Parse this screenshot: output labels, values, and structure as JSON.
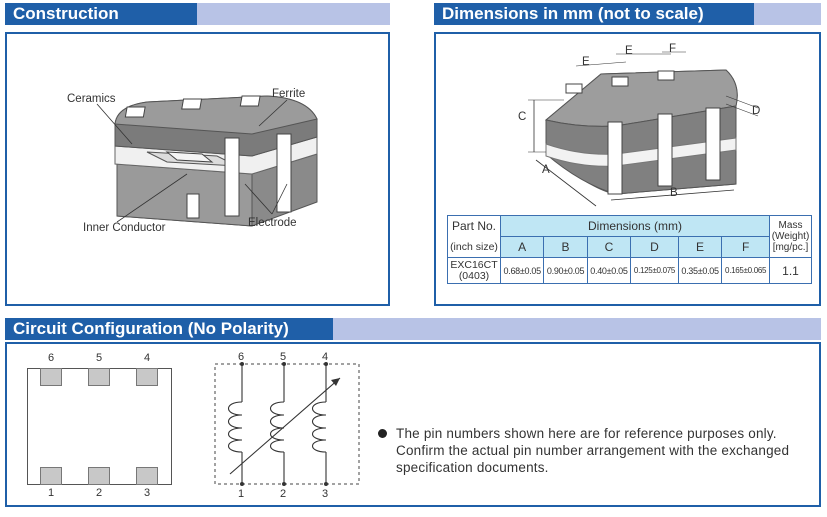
{
  "construction": {
    "title": "Construction",
    "labels": {
      "ceramics": "Ceramics",
      "ferrite": "Ferrite",
      "inner_conductor": "Inner Conductor",
      "electrode": "Electrode"
    }
  },
  "dimensions": {
    "title": "Dimensions in mm (not to scale)",
    "drawing_letters": {
      "a": "A",
      "b": "B",
      "c": "C",
      "d": "D",
      "e1": "E",
      "e2": "E",
      "f": "F"
    },
    "table": {
      "part_no_header": "Part No.",
      "inch_size_header": "(inch size)",
      "dims_header": "Dimensions (mm)",
      "mass_header_1": "Mass",
      "mass_header_2": "(Weight)",
      "mass_header_3": "[mg/pc.]",
      "cols": [
        "A",
        "B",
        "C",
        "D",
        "E",
        "F"
      ],
      "row": {
        "part": "EXC16CT",
        "size": "(0403)",
        "values": [
          "0.68±0.05",
          "0.90±0.05",
          "0.40±0.05",
          "0.125±0.075",
          "0.35±0.05",
          "0.165±0.065"
        ],
        "mass": "1.1"
      }
    }
  },
  "circuit": {
    "title": "Circuit Configuration (No Polarity)",
    "top_pins": [
      "6",
      "5",
      "4"
    ],
    "bottom_pins": [
      "1",
      "2",
      "3"
    ],
    "note": "The pin numbers shown here are for reference purposes only. Confirm the actual pin number arrangement with the exchanged specification documents."
  },
  "colors": {
    "header_blue": "#1f5fa8",
    "header_bar": "#b8c3e6",
    "table_cyan": "#bfe6f4"
  }
}
